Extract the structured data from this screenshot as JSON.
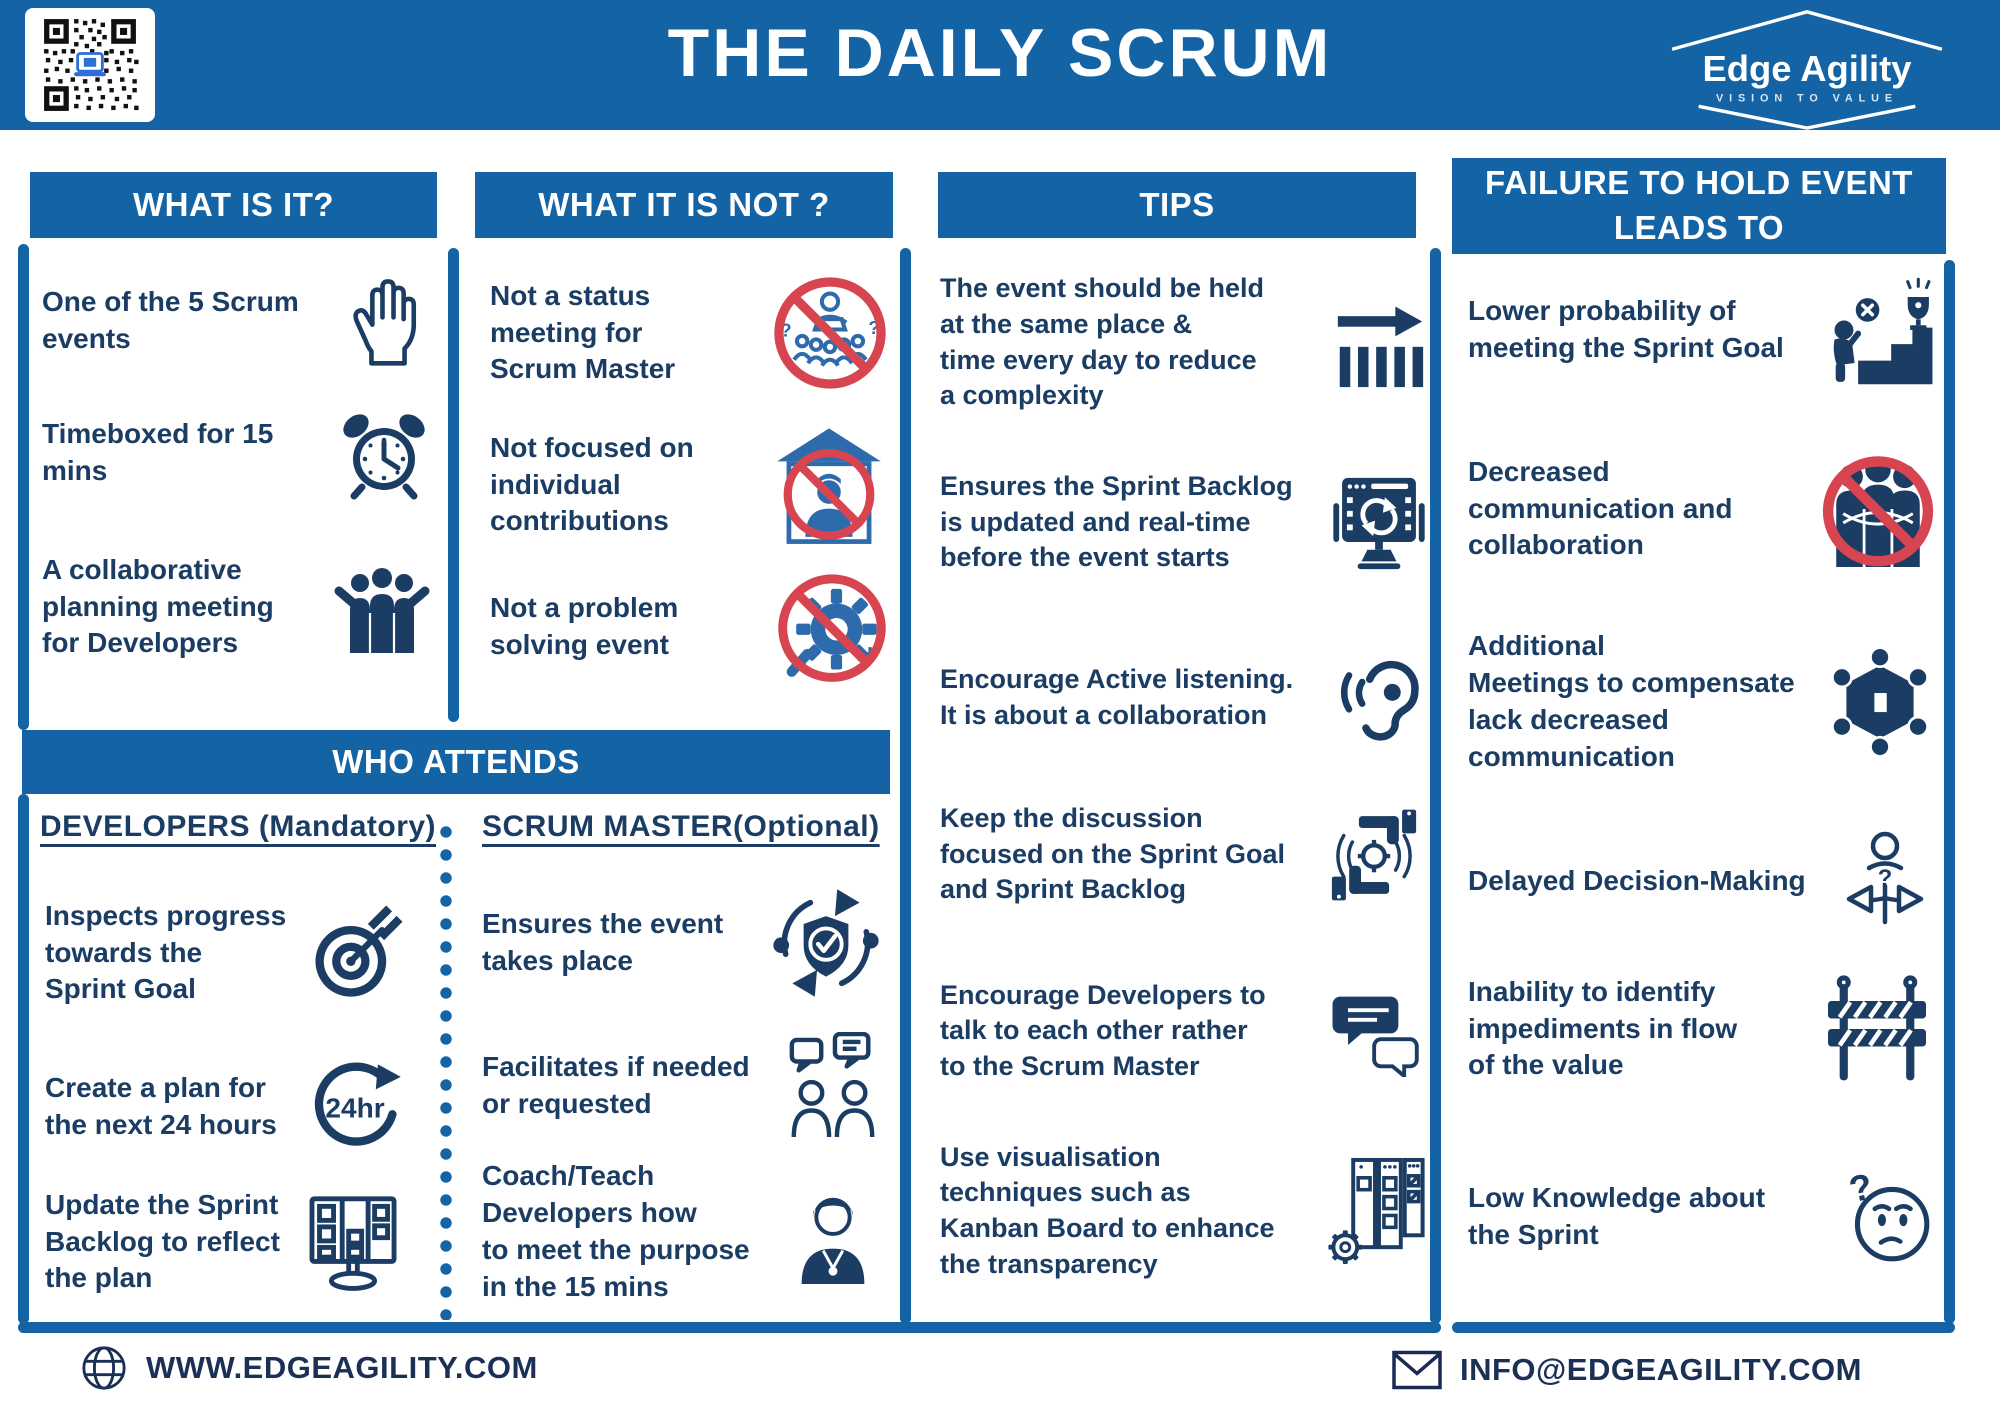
{
  "colors": {
    "primary_blue": "#1463A5",
    "text_navy": "#1B3C63",
    "prohibition_red": "#D64550",
    "not_glyph_blue": "#2D6BAD",
    "background": "#FFFFFF"
  },
  "header": {
    "title": "THE DAILY SCRUM",
    "qr_icon": "qr-code",
    "logo_name": "Edge Agility",
    "logo_tagline": "VISION TO VALUE"
  },
  "sections": {
    "what_is_it": {
      "title": "WHAT IS IT?",
      "items": [
        {
          "text": "One of the 5 Scrum\nevents",
          "icon": "raised-hand-icon"
        },
        {
          "text": "Timeboxed for 15\n mins",
          "icon": "alarm-clock-icon"
        },
        {
          "text": "A collaborative\nplanning meeting\nfor Developers",
          "icon": "team-huddle-icon"
        }
      ]
    },
    "what_it_is_not": {
      "title": "WHAT IT IS NOT ?",
      "items": [
        {
          "text": "Not a status\nmeeting for\nScrum Master",
          "icon": "no-status-meeting-icon"
        },
        {
          "text": "Not focused on\nindividual\ncontributions",
          "icon": "no-individual-focus-icon"
        },
        {
          "text": "Not a problem\nsolving event",
          "icon": "no-problem-solving-icon"
        }
      ]
    },
    "tips": {
      "title": "TIPS",
      "items": [
        {
          "text": "The event should be held\nat the same place &\ntime every day to reduce\na complexity",
          "icon": "forward-arrow-bars-icon"
        },
        {
          "text": "Ensures the Sprint Backlog\nis updated and real-time\nbefore the event starts",
          "icon": "backlog-sync-monitor-icon"
        },
        {
          "text": "Encourage Active listening.\nIt is about a collaboration",
          "icon": "active-listening-ear-icon"
        },
        {
          "text": "Keep the discussion\nfocused on the Sprint Goal\nand Sprint Backlog",
          "icon": "hands-focus-target-icon"
        },
        {
          "text": "Encourage Developers to\ntalk to each other rather\nto the Scrum Master",
          "icon": "chat-bubbles-icon"
        },
        {
          "text": "Use visualisation\ntechniques such as\nKanban Board to enhance\nthe transparency",
          "icon": "kanban-board-gear-icon"
        }
      ]
    },
    "failure": {
      "title": "FAILURE TO HOLD EVENT\nLEADS TO",
      "items": [
        {
          "text": "Lower probability of\nmeeting the Sprint Goal",
          "icon": "missed-goal-stairs-trophy-icon"
        },
        {
          "text": "Decreased\ncommunication and\ncollaboration",
          "icon": "no-collaboration-group-icon"
        },
        {
          "text": "Additional\nMeetings to compensate\nlack decreased\ncommunication",
          "icon": "round-table-meeting-icon"
        },
        {
          "text": "Delayed Decision-Making",
          "icon": "delayed-decision-icon"
        },
        {
          "text": "Inability to identify\nimpediments in flow\nof the value",
          "icon": "roadblock-barrier-icon"
        },
        {
          "text": "Low Knowledge about\nthe Sprint",
          "icon": "confused-face-icon"
        }
      ]
    },
    "who_attends": {
      "title": "WHO ATTENDS",
      "developers": {
        "heading": "DEVELOPERS (Mandatory)",
        "items": [
          {
            "text": "Inspects progress\ntowards the\nSprint Goal",
            "icon": "sprint-goal-target-icon"
          },
          {
            "text": "Create a plan for\nthe  next 24 hours",
            "icon": "24hr-plan-icon",
            "icon_label": "24hr"
          },
          {
            "text": "Update the Sprint\nBacklog to reflect\nthe plan",
            "icon": "sprint-backlog-board-icon"
          }
        ]
      },
      "scrum_master": {
        "heading": "SCRUM MASTER(Optional)",
        "items": [
          {
            "text": "Ensures the event\ntakes place",
            "icon": "shield-check-icon"
          },
          {
            "text": "Facilitates if needed\nor requested",
            "icon": "facilitation-chat-people-icon"
          },
          {
            "text": "Coach/Teach\nDevelopers how\nto meet the purpose\nin the 15 mins",
            "icon": "coach-whistle-icon"
          }
        ]
      }
    }
  },
  "footer": {
    "website": "WWW.EDGEAGILITY.COM",
    "email": "INFO@EDGEAGILITY.COM"
  }
}
